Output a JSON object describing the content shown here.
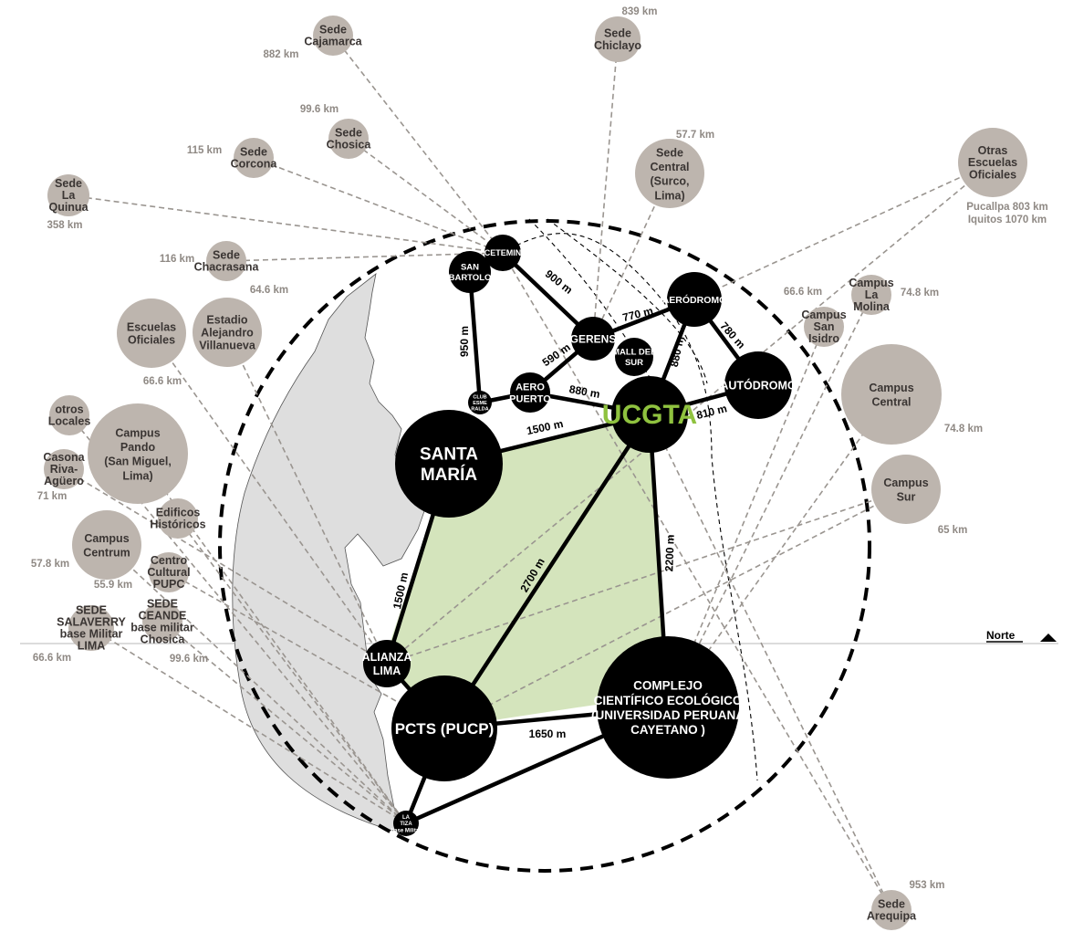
{
  "north_label": "Norte",
  "hub": "UCGTA",
  "centers": [
    {
      "id": "santa",
      "lines": [
        "SANTA",
        "MARÍA"
      ]
    },
    {
      "id": "complejo",
      "lines": [
        "COMPLEJO",
        "CIENTÍFICO ECOLÓGICO",
        "(UNIVERSIDAD PERUANA",
        "CAYETANO )"
      ]
    },
    {
      "id": "pcts",
      "lines": [
        "PCTS (PUCP)"
      ]
    },
    {
      "id": "alianza",
      "lines": [
        "ALIANZA",
        "LIMA"
      ]
    },
    {
      "id": "autodromo",
      "lines": [
        "AUTÓDROMO"
      ]
    },
    {
      "id": "aerodromo",
      "lines": [
        "AERÓDROMO"
      ]
    },
    {
      "id": "gerens",
      "lines": [
        "GERENS"
      ]
    },
    {
      "id": "mall",
      "lines": [
        "MALL DEL",
        "SUR"
      ]
    },
    {
      "id": "aeropuerto",
      "lines": [
        "AERO",
        "PUERTO"
      ]
    },
    {
      "id": "sanbartolo",
      "lines": [
        "SAN",
        "BARTOLO"
      ]
    },
    {
      "id": "cetemin",
      "lines": [
        "CETEMIN"
      ]
    },
    {
      "id": "club",
      "lines": [
        "CLUB",
        "ESME",
        "RALDA"
      ]
    },
    {
      "id": "latiza",
      "lines": [
        "LA",
        "TIZA",
        "base Militar"
      ]
    }
  ],
  "distances": [
    {
      "id": "d1",
      "text": "1500 m"
    },
    {
      "id": "d2",
      "text": "1500 m"
    },
    {
      "id": "d3",
      "text": "2700 m"
    },
    {
      "id": "d4",
      "text": "2200 m"
    },
    {
      "id": "d5",
      "text": "1650 m"
    },
    {
      "id": "d6",
      "text": "880 m"
    },
    {
      "id": "d7",
      "text": "590 m"
    },
    {
      "id": "d8",
      "text": "950 m"
    },
    {
      "id": "d9",
      "text": "900 m"
    },
    {
      "id": "d10",
      "text": "770 m"
    },
    {
      "id": "d11",
      "text": "780 m"
    },
    {
      "id": "d12",
      "text": "880 m"
    },
    {
      "id": "d13",
      "text": "810 m"
    }
  ],
  "sedes": [
    {
      "id": "cajamarca",
      "lines": [
        "Sede",
        "Cajamarca"
      ],
      "km": "882 km"
    },
    {
      "id": "chiclayo",
      "lines": [
        "Sede",
        "Chiclayo"
      ],
      "km": "839 km"
    },
    {
      "id": "chosica",
      "lines": [
        "Sede",
        "Chosica"
      ],
      "km": "99.6 km"
    },
    {
      "id": "corcona",
      "lines": [
        "Sede",
        "Corcona"
      ],
      "km": "115 km"
    },
    {
      "id": "laquinua",
      "lines": [
        "Sede",
        "La",
        "Quinua"
      ],
      "km": "358 km"
    },
    {
      "id": "chacrasana",
      "lines": [
        "Sede",
        "Chacrasana"
      ],
      "km": "116 km"
    },
    {
      "id": "central",
      "lines": [
        "Sede",
        "Central",
        "(Surco,",
        "Lima)"
      ],
      "km": "57.7 km"
    },
    {
      "id": "otras",
      "lines": [
        "Otras",
        "Escuelas",
        "Oficiales"
      ],
      "km": "Pucallpa 803 km",
      "km2": "Iquitos 1070 km"
    },
    {
      "id": "escuelas",
      "lines": [
        "Escuelas",
        "Oficiales"
      ],
      "km": "66.6 km"
    },
    {
      "id": "estadio",
      "lines": [
        "Estadio",
        "Alejandro",
        "Villanueva"
      ],
      "km": "64.6 km"
    },
    {
      "id": "otros",
      "lines": [
        "otros",
        "Locales"
      ],
      "km": ""
    },
    {
      "id": "pando",
      "lines": [
        "Campus",
        "Pando",
        "(San Miguel,",
        "Lima)"
      ],
      "km": ""
    },
    {
      "id": "casona",
      "lines": [
        "Casona",
        "Riva-",
        "Agüero"
      ],
      "km": "71 km"
    },
    {
      "id": "edificios",
      "lines": [
        "Edificos",
        "Históricos"
      ],
      "km": ""
    },
    {
      "id": "centrum",
      "lines": [
        "Campus",
        "Centrum"
      ],
      "km": "57.8 km"
    },
    {
      "id": "ccultural",
      "lines": [
        "Centro",
        "Cultural",
        "PUPC"
      ],
      "km": "55.9 km"
    },
    {
      "id": "salaverry",
      "lines": [
        "SEDE",
        "SALAVERRY",
        "base Militar",
        "LIMA"
      ],
      "km": "66.6 km"
    },
    {
      "id": "ceande",
      "lines": [
        "SEDE",
        "CEANDE",
        "base militar",
        "Chosica"
      ],
      "km": "99.6 km"
    },
    {
      "id": "molina",
      "lines": [
        "Campus",
        "La",
        "Molina"
      ],
      "km": "74.8 km"
    },
    {
      "id": "sanisidro",
      "lines": [
        "Campus",
        "San",
        "Isidro"
      ],
      "km": "66.6 km"
    },
    {
      "id": "ccentral",
      "lines": [
        "Campus",
        "Central"
      ],
      "km": "74.8 km"
    },
    {
      "id": "csur",
      "lines": [
        "Campus",
        "Sur"
      ],
      "km": "65 km"
    },
    {
      "id": "arequipa",
      "lines": [
        "Sede",
        "Arequipa"
      ],
      "km": "953 km"
    }
  ]
}
